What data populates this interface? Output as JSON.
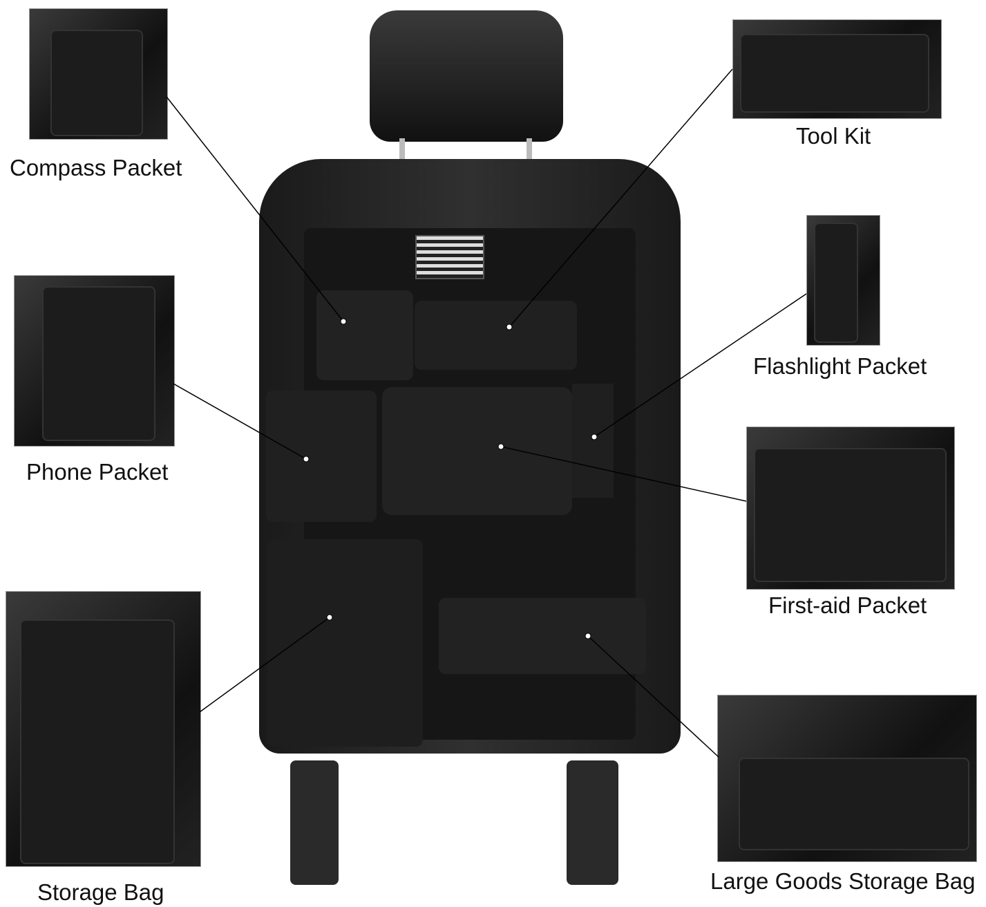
{
  "callouts": {
    "compass": "Compass Packet",
    "tool_kit": "Tool Kit",
    "flashlight": "Flashlight Packet",
    "phone": "Phone Packet",
    "first_aid": "First-aid Packet",
    "storage_bag": "Storage Bag",
    "large_goods": "Large Goods Storage Bag"
  },
  "colors": {
    "product": "#1a1a1a",
    "background": "#ffffff",
    "leader_line": "#000000"
  }
}
